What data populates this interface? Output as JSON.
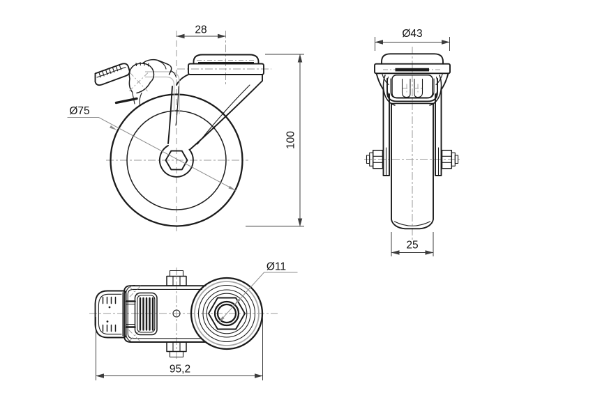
{
  "dimensions": {
    "side_view": {
      "swivel_offset": "28",
      "overall_height": "100",
      "wheel_diameter": "Ø75"
    },
    "front_view": {
      "plate_diameter": "Ø43",
      "wheel_width": "25"
    },
    "bottom_view": {
      "bolt_hole_diameter": "Ø11",
      "overall_length": "95,2"
    }
  },
  "colors": {
    "background": "#ffffff",
    "object_line": "#1b1b1b",
    "center_line": "#9a9a9a",
    "dimension_line": "#3d3d3d",
    "leader_line": "#8c8c8c",
    "phantom_line": "#b8b8b8",
    "accent_circle": "#a8a8a8",
    "label_text": "#111111"
  }
}
